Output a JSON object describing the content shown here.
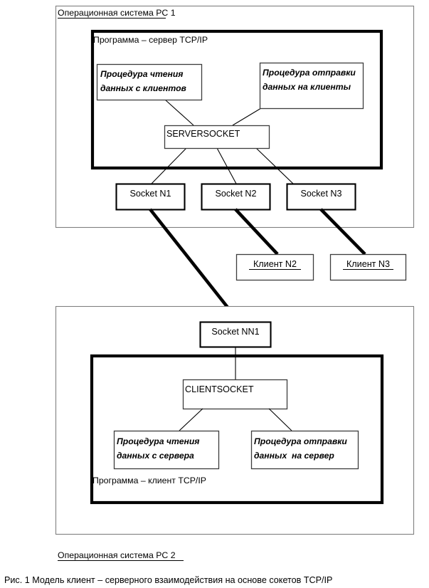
{
  "figure": {
    "caption": "Рис. 1 Модель клиент – серверного взаимодействия на основе сокетов TCP/IP",
    "type": "diagram",
    "accent_color": "#000000",
    "frame_color": "#808080"
  },
  "pc1": {
    "os_title": "Операционная система PC 1",
    "program": {
      "title": "Программа – сервер TCP/IP",
      "socket_node": "SERVERSOCKET",
      "procedures": [
        {
          "line1": "Процедура чтения",
          "line2": "данных с клиентов"
        },
        {
          "line1": "Процедура отправки",
          "line2": "данных на клиенты"
        }
      ]
    },
    "sockets": [
      {
        "label": "Socket N1"
      },
      {
        "label": "Socket N2"
      },
      {
        "label": "Socket N3"
      }
    ]
  },
  "clients": [
    {
      "label": "Клиент N2"
    },
    {
      "label": "Клиент N3"
    }
  ],
  "pc2": {
    "os_title": "Операционная система PC 2",
    "socket": {
      "label": "Socket NN1"
    },
    "program": {
      "title": "Программа – клиент TCP/IP",
      "socket_node": "CLIENTSOCKET",
      "procedures": [
        {
          "line1": "Процедура чтения",
          "line2": "данных с сервера"
        },
        {
          "line1": "Процедура отправки",
          "line2": "данных  на сервер"
        }
      ]
    }
  }
}
